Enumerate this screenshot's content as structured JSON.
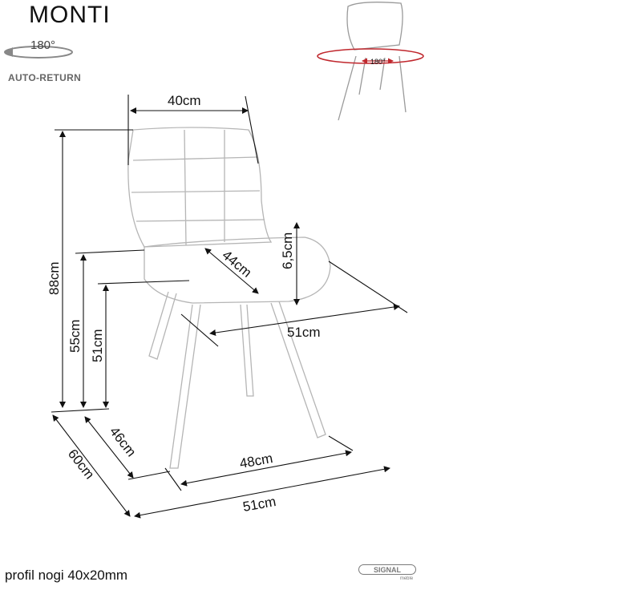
{
  "title": "MONTI",
  "rotation": {
    "degree_label": "180°",
    "mode_label": "AUTO-RETURN",
    "inset_degree_label": "180°"
  },
  "dimensions": {
    "seat_back_width": "40cm",
    "total_height": "88cm",
    "seat_height_front": "55cm",
    "seat_height": "51cm",
    "seat_depth": "44cm",
    "seat_cushion": "6,5cm",
    "seat_width": "51cm",
    "leg_depth": "46cm",
    "total_depth": "60cm",
    "leg_width": "48cm",
    "total_width": "51cm"
  },
  "footer_note": "profil nogi 40x20mm",
  "brand": {
    "name": "SIGNAL",
    "sub": "meble",
    "color": "#7a7a7a"
  },
  "colors": {
    "line": "#111111",
    "accent_red": "#c0272d",
    "faint": "#9a9a9a"
  }
}
